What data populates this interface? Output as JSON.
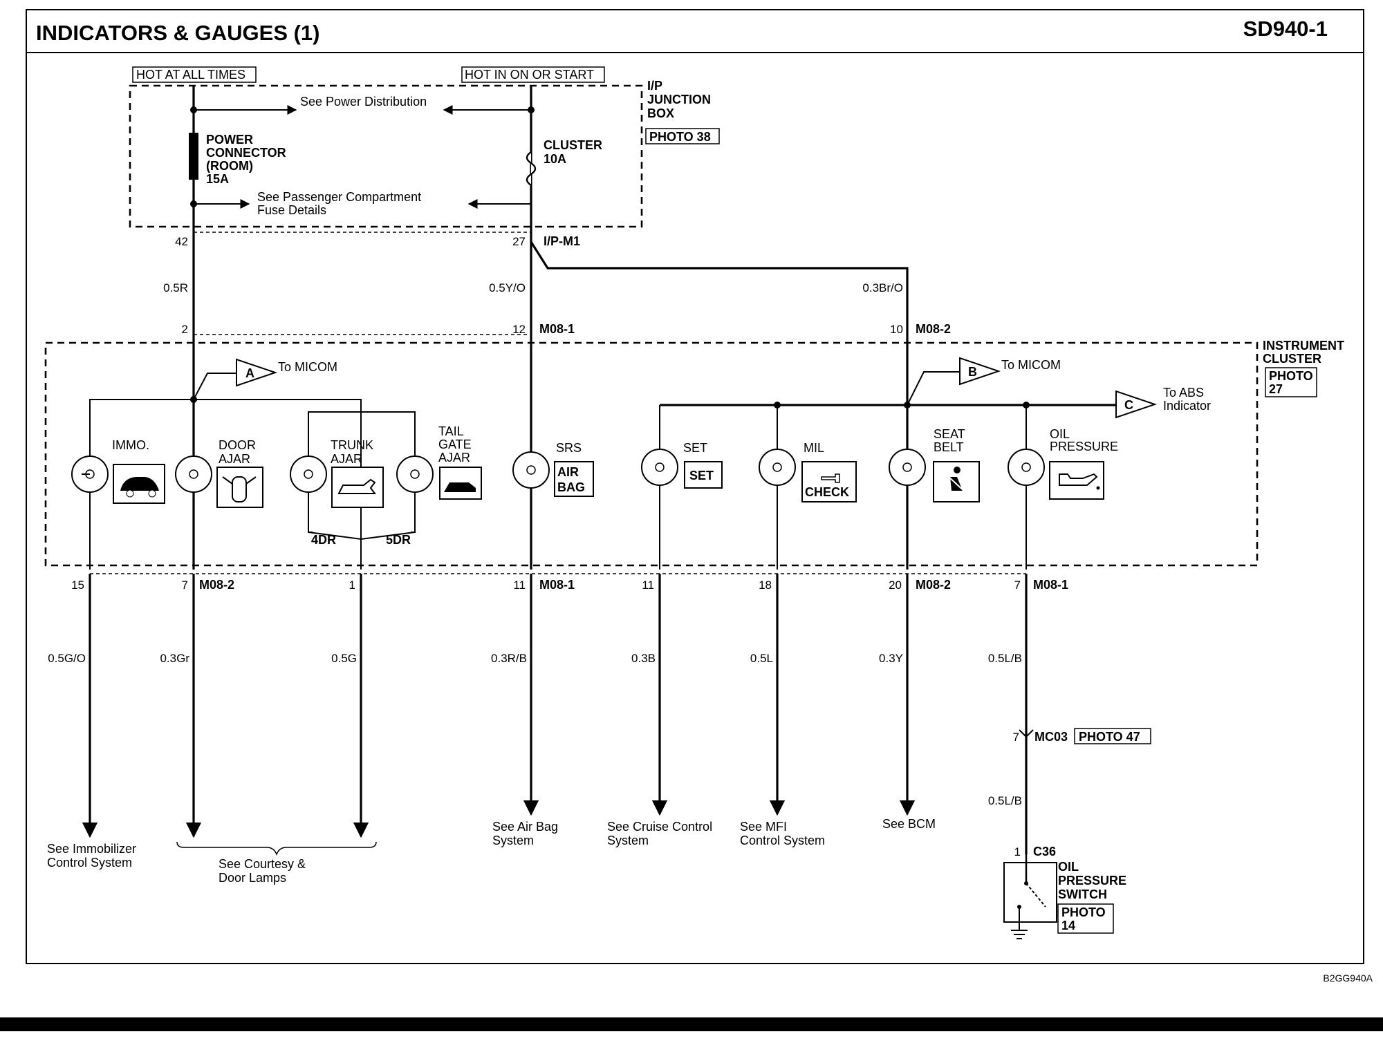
{
  "header": {
    "title": "INDICATORS & GAUGES (1)",
    "page_code": "SD940-1"
  },
  "footer_code": "B2GG940A",
  "power": {
    "hot_at_all_times": "HOT AT ALL TIMES",
    "hot_in_on_or_start": "HOT IN ON OR START",
    "see_power_distribution": "See Power Distribution",
    "fuse_details": [
      "See Passenger Compartment",
      "Fuse Details"
    ],
    "power_connector": [
      "POWER",
      "CONNECTOR",
      "(ROOM)",
      "15A"
    ],
    "cluster_fuse": [
      "CLUSTER",
      "10A"
    ]
  },
  "junction_box": {
    "label": [
      "I/P",
      "JUNCTION",
      "BOX"
    ],
    "photo": "PHOTO 38"
  },
  "instrument_cluster": {
    "label": [
      "INSTRUMENT",
      "CLUSTER"
    ],
    "photo": [
      "PHOTO",
      "27"
    ]
  },
  "connectors": {
    "ip_m1": "I/P-M1",
    "m08_1": "M08-1",
    "m08_2": "M08-2",
    "mc03": "MC03",
    "mc03_photo": "PHOTO 47",
    "c36": "C36"
  },
  "pins": {
    "p42": "42",
    "p27": "27",
    "p2": "2",
    "p12": "12",
    "p10": "10",
    "p15": "15",
    "p7a": "7",
    "p1a": "1",
    "p11a": "11",
    "p11b": "11",
    "p18": "18",
    "p20": "20",
    "p7b": "7",
    "p7c": "7",
    "p1b": "1"
  },
  "wires": {
    "w_05R": "0.5R",
    "w_05YO": "0.5Y/O",
    "w_03BrO": "0.3Br/O",
    "w_05GO": "0.5G/O",
    "w_03Gr": "0.3Gr",
    "w_05G": "0.5G",
    "w_03RB": "0.3R/B",
    "w_03B": "0.3B",
    "w_05L": "0.5L",
    "w_03Y": "0.3Y",
    "w_05LB_1": "0.5L/B",
    "w_05LB_2": "0.5L/B"
  },
  "micom": {
    "a_letter": "A",
    "a_label": "To MICOM",
    "b_letter": "B",
    "b_label": "To MICOM",
    "c_letter": "C",
    "c_label": [
      "To ABS",
      "Indicator"
    ]
  },
  "indicators": {
    "immo": "IMMO.",
    "door_ajar": [
      "DOOR",
      "AJAR"
    ],
    "trunk_ajar": [
      "TRUNK",
      "AJAR"
    ],
    "tail_gate_ajar": [
      "TAIL",
      "GATE",
      "AJAR"
    ],
    "srs": "SRS",
    "airbag": [
      "AIR",
      "BAG"
    ],
    "set": "SET",
    "set_icon": "SET",
    "mil": "MIL",
    "check": "CHECK",
    "seat_belt": [
      "SEAT",
      "BELT"
    ],
    "oil_pressure": [
      "OIL",
      "PRESSURE"
    ],
    "dr4": "4DR",
    "dr5": "5DR"
  },
  "destinations": {
    "immobilizer": [
      "See Immobilizer",
      "Control System"
    ],
    "courtesy": [
      "See Courtesy &",
      "Door Lamps"
    ],
    "airbag": [
      "See Air Bag",
      "System"
    ],
    "cruise": [
      "See Cruise Control",
      "System"
    ],
    "mfi": [
      "See MFI",
      "Control System"
    ],
    "bcm": "See BCM"
  },
  "oil_switch": {
    "label": [
      "OIL",
      "PRESSURE",
      "SWITCH"
    ],
    "photo": [
      "PHOTO",
      "14"
    ]
  }
}
